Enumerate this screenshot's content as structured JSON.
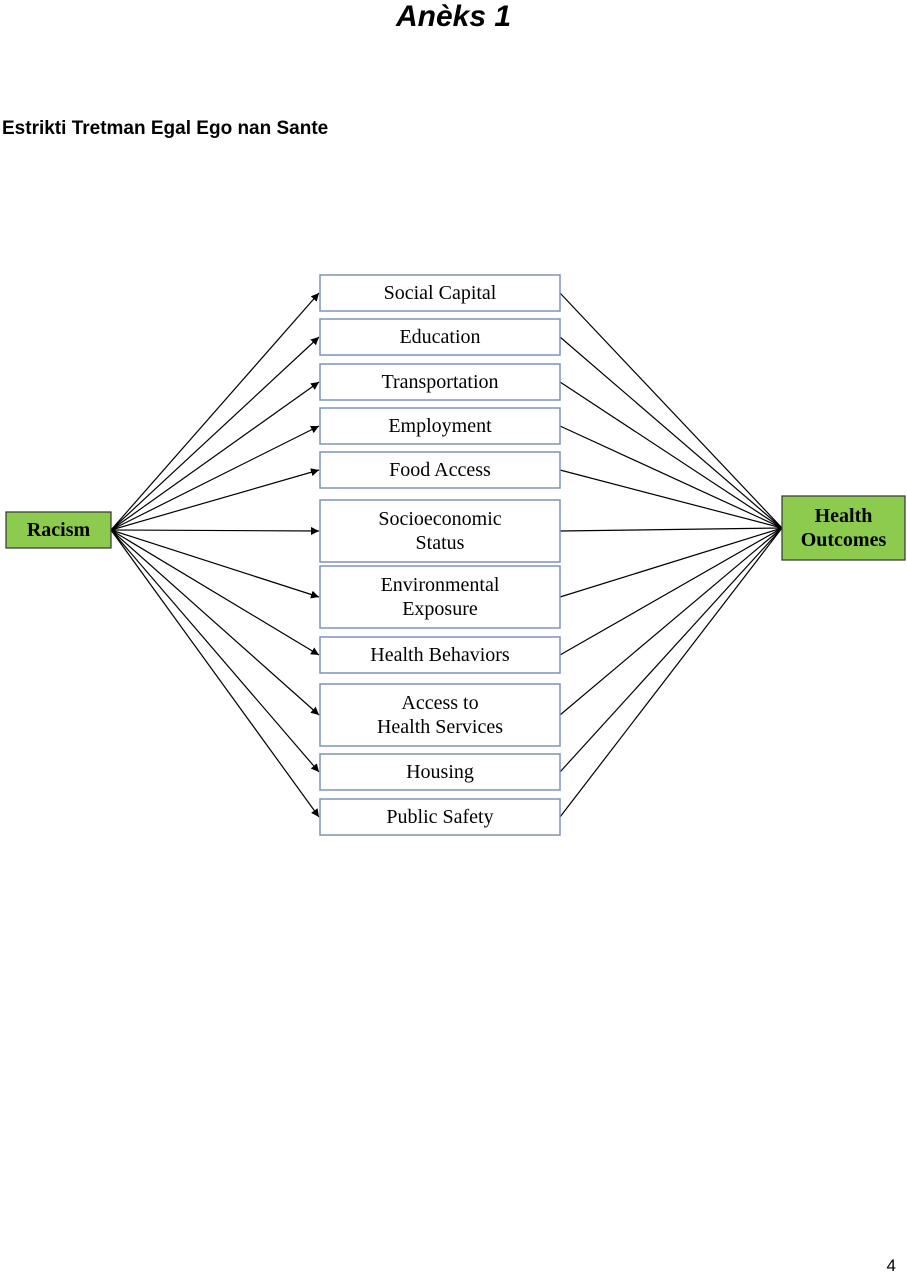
{
  "page": {
    "title": "Anèks 1",
    "heading": "Estrikti Tretman Egal Ego nan Sante",
    "page_number": "4"
  },
  "diagram": {
    "source": {
      "label": "Racism",
      "fill": "#8CCB4E"
    },
    "target": {
      "label_lines": [
        "Health",
        "Outcomes"
      ],
      "fill": "#8CCB4E"
    },
    "box_border_color": "#7F93B8",
    "factors": [
      {
        "lines": [
          "Social Capital"
        ]
      },
      {
        "lines": [
          "Education"
        ]
      },
      {
        "lines": [
          "Transportation"
        ]
      },
      {
        "lines": [
          "Employment"
        ]
      },
      {
        "lines": [
          "Food Access"
        ]
      },
      {
        "lines": [
          "Socioeconomic",
          "Status"
        ]
      },
      {
        "lines": [
          "Environmental",
          "Exposure"
        ]
      },
      {
        "lines": [
          "Health Behaviors"
        ]
      },
      {
        "lines": [
          "Access to",
          "Health Services"
        ]
      },
      {
        "lines": [
          "Housing"
        ]
      },
      {
        "lines": [
          "Public Safety"
        ]
      }
    ]
  }
}
